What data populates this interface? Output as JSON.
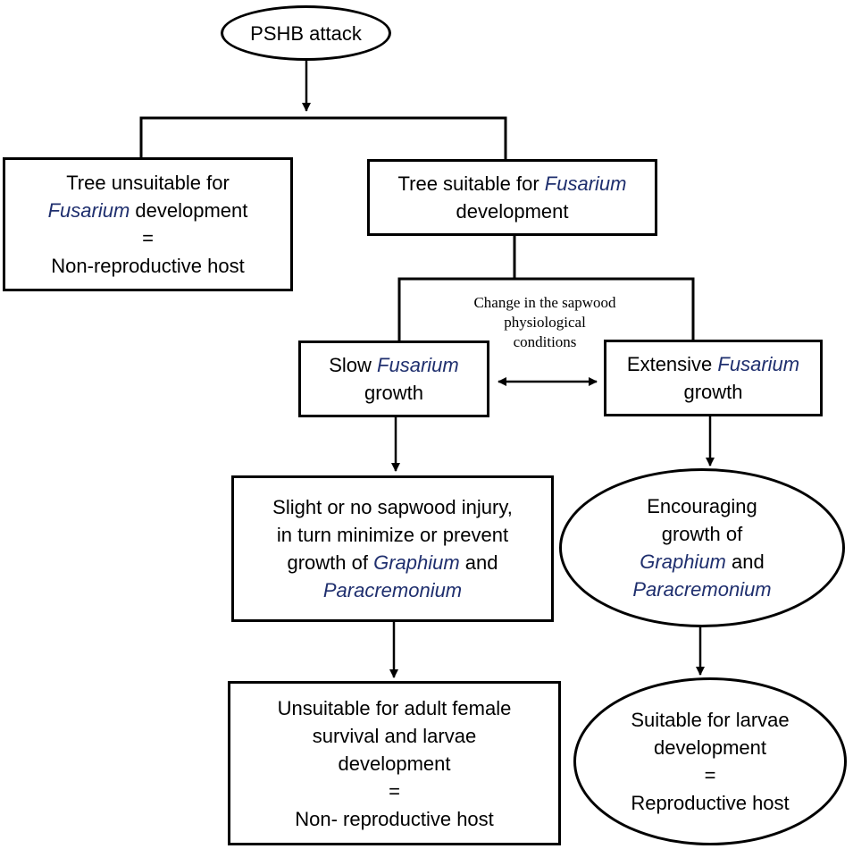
{
  "nodes": {
    "pshb": {
      "l1": "PSHB attack"
    },
    "unsuitable_tree": {
      "l1": "Tree unsuitable for",
      "l2_it": "Fusarium",
      "l2": " development",
      "l3": "=",
      "l4": "Non-reproductive host"
    },
    "suitable_tree": {
      "l1": "Tree suitable for ",
      "l1_it": "Fusarium",
      "l2": "development"
    },
    "change_note": {
      "l1": "Change in the sapwood",
      "l2": "physiological",
      "l3": "conditions"
    },
    "slow_growth": {
      "l1": "Slow ",
      "l1_it": "Fusarium",
      "l2": "growth"
    },
    "extensive_growth": {
      "l1": "Extensive ",
      "l1_it": "Fusarium",
      "l2": "growth"
    },
    "slight_injury": {
      "l1": "Slight or no sapwood injury,",
      "l2": "in turn minimize or prevent",
      "l3": "growth of ",
      "l3_it": "Graphium",
      "l3b": " and",
      "l4_it": "Paracremonium"
    },
    "encouraging": {
      "l1": "Encouraging",
      "l2": "growth of",
      "l3_it": "Graphium",
      "l3": " and",
      "l4_it": "Paracremonium"
    },
    "unsuitable_adult": {
      "l1": "Unsuitable for adult female",
      "l2": "survival and larvae",
      "l3": "development",
      "l4": "=",
      "l5": "Non- reproductive host"
    },
    "suitable_larvae": {
      "l1": "Suitable for larvae",
      "l2": "development",
      "l3": "=",
      "l4": "Reproductive host"
    }
  },
  "colors": {
    "stroke": "#000000",
    "italic_text": "#1f2f6e",
    "background": "#ffffff"
  }
}
